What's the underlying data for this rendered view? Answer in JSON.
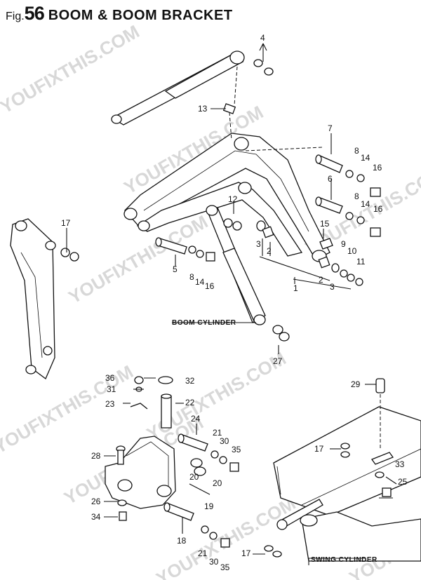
{
  "figure": {
    "prefix": "Fig.",
    "number": "56",
    "title": "BOOM & BOOM BRACKET"
  },
  "callouts": {
    "c1": "1",
    "c2": "2",
    "c2b": "2",
    "c3": "3",
    "c3b": "3",
    "c4": "4",
    "c5": "5",
    "c6": "6",
    "c7": "7",
    "c8a": "8",
    "c8b": "8",
    "c8c": "8",
    "c9": "9",
    "c10": "10",
    "c11": "11",
    "c12": "12",
    "c13": "13",
    "c14a": "14",
    "c14b": "14",
    "c14c": "14",
    "c15": "15",
    "c16a": "16",
    "c16b": "16",
    "c16c": "16",
    "c17a": "17",
    "c17b": "17",
    "c17c": "17",
    "c18": "18",
    "c19": "19",
    "c20a": "20",
    "c20b": "20",
    "c21a": "21",
    "c21b": "21",
    "c22": "22",
    "c23": "23",
    "c24": "24",
    "c25": "25",
    "c26": "26",
    "c27": "27",
    "c28": "28",
    "c29": "29",
    "c30a": "30",
    "c30b": "30",
    "c31": "31",
    "c32": "32",
    "c33": "33",
    "c34": "34",
    "c35a": "35",
    "c35b": "35",
    "c36": "36"
  },
  "captions": {
    "boom_cylinder": "BOOM CYLINDER",
    "swing_cylinder": "SWING CYLINDER"
  },
  "watermark": "YOUFIXTHIS.COM"
}
